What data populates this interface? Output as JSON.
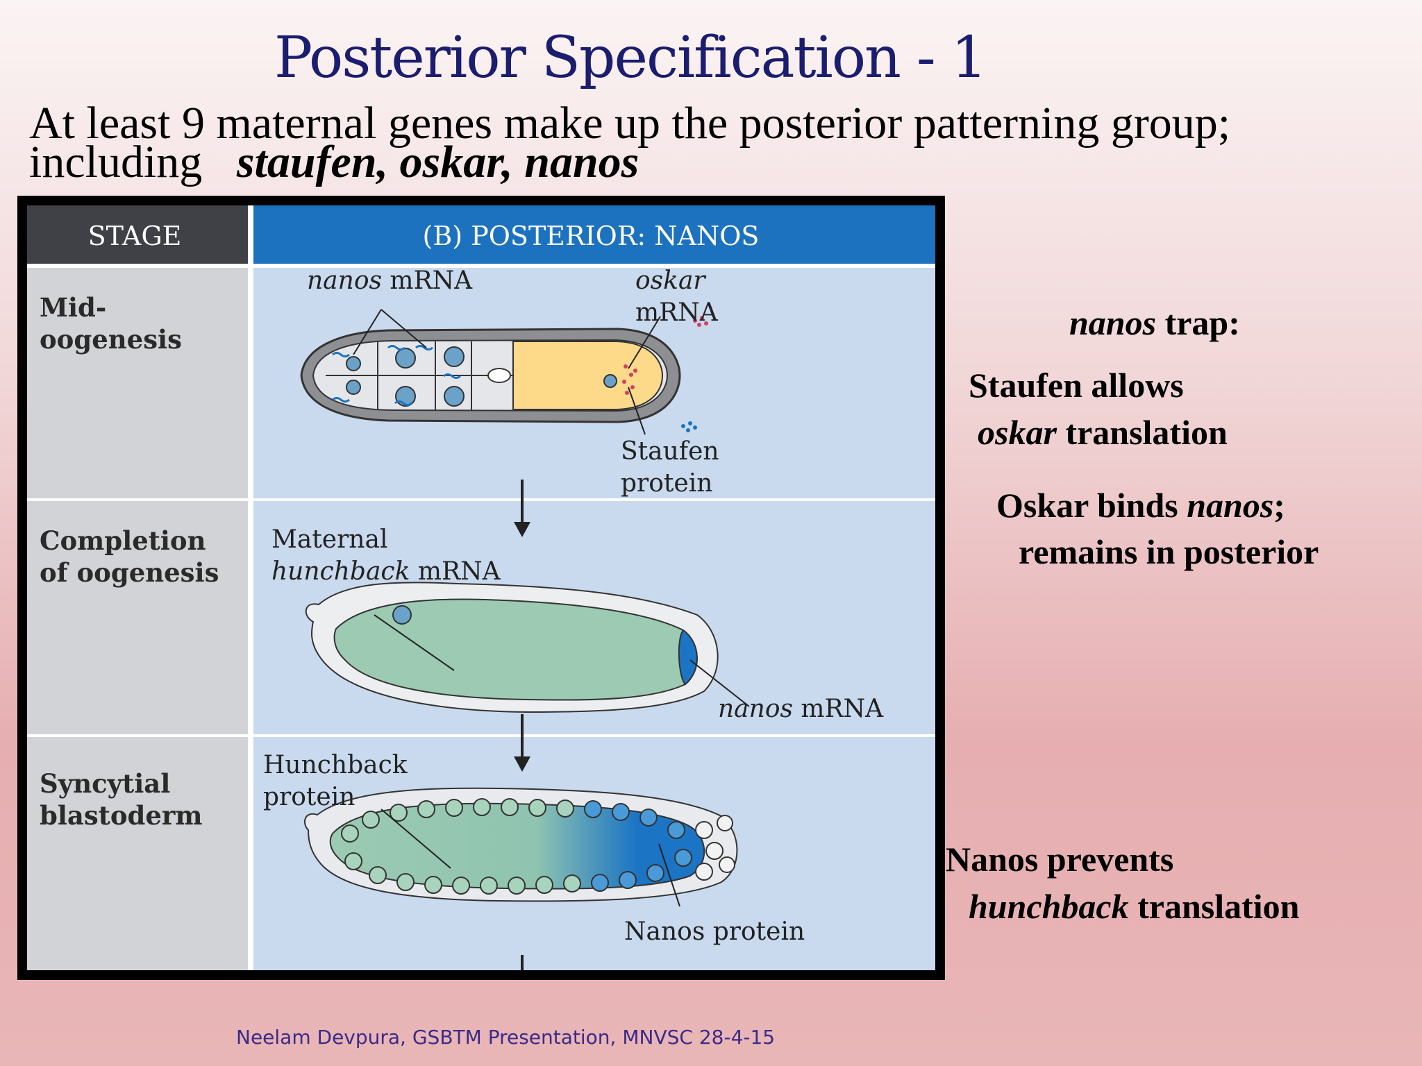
{
  "slide": {
    "title": "Posterior Specification - 1",
    "intro": {
      "line1": "At least 9 maternal genes make up the posterior patterning group;",
      "line2_prefix": "including",
      "genes": "staufen, oskar, nanos"
    },
    "figure": {
      "stage_header": "STAGE",
      "panel_header": "(B) POSTERIOR: NANOS",
      "stages": [
        {
          "line1": "Mid-",
          "line2": "oogenesis"
        },
        {
          "line1": "Completion",
          "line2": "of oogenesis"
        },
        {
          "line1": "Syncytial",
          "line2": "blastoderm"
        }
      ],
      "labels": {
        "nanos_mrna_1_italic": "nanos",
        "nanos_mrna_1_rest": " mRNA",
        "oskar_italic": "oskar",
        "oskar_rest": "mRNA",
        "staufen_line1": "Staufen",
        "staufen_line2": "protein",
        "maternal": "Maternal",
        "hunchback_italic": "hunchback",
        "hunchback_rest": " mRNA",
        "nanos_mrna_2_italic": "nanos",
        "nanos_mrna_2_rest": " mRNA",
        "hunchback_protein_line1": "Hunchback",
        "hunchback_protein_line2": "protein",
        "nanos_protein": "Nanos protein"
      }
    },
    "notes": {
      "trap_italic": "nanos",
      "trap_rest": " trap:",
      "staufen_line1": "Staufen allows",
      "staufen_italic": "oskar",
      "staufen_rest": " translation",
      "oskar_prefix": "Oskar binds ",
      "oskar_italic": "nanos",
      "oskar_suffix": ";",
      "oskar_line2": "remains in posterior",
      "nanos_line1": "Nanos prevents",
      "nanos_italic": "hunchback",
      "nanos_rest": " translation"
    },
    "footer": "Neelam Devpura, GSBTM Presentation, MNVSC 28-4-15"
  }
}
